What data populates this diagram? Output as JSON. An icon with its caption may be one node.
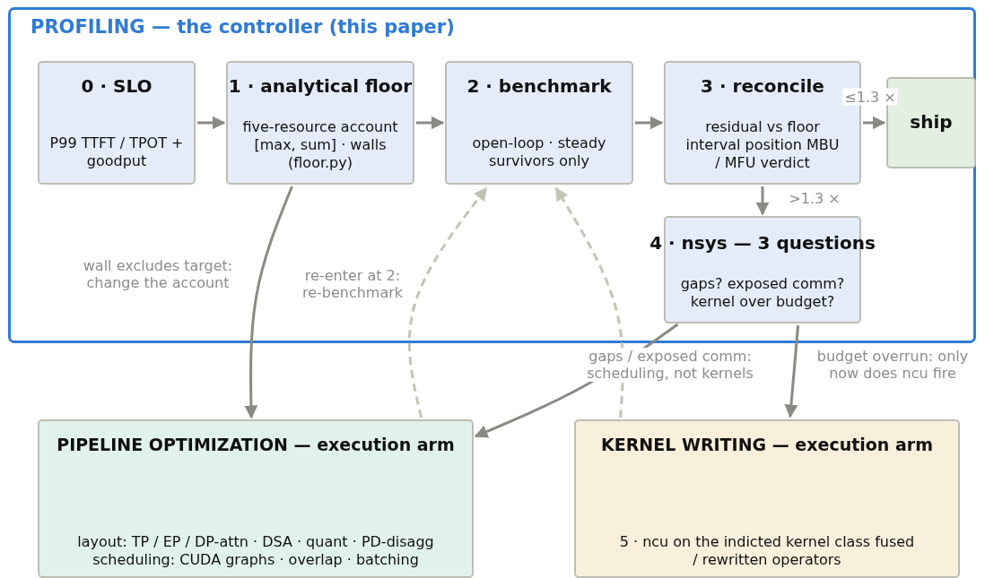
{
  "diagram": {
    "nodes": [
      {
        "text": [
          "PROFILING — the controller (this paper)"
        ]
      },
      {
        "text": [
          "0 · SLO",
          "P99 TTFT / TPOT + goodput"
        ],
        "in": 0
      },
      {
        "text": [
          "1 · analytical floor",
          "five-resource account [max, sum] · walls (floor.py)"
        ],
        "in": 0
      },
      {
        "text": [
          "2 · benchmark",
          "open-loop · steady survivors only"
        ],
        "in": 0
      },
      {
        "text": [
          "3 · reconcile",
          "residual vs floor interval position MBU / MFU verdict"
        ],
        "in": 0
      },
      {
        "text": [
          "ship"
        ],
        "in": 0
      },
      {
        "text": [
          "4 · nsys — 3 questions",
          "gaps? exposed comm? kernel over budget?"
        ],
        "in": 0
      },
      {
        "text": [
          "PIPELINE OPTIMIZATION — execution arm",
          "layout: TP / EP / DP-attn · DSA · quant · PD-disagg scheduling: CUDA graphs · overlap · batching"
        ]
      },
      {
        "text": [
          "KERNEL WRITING — execution arm",
          "5 · ncu on the indicted kernel class fused / rewritten operators"
        ]
      }
    ],
    "edges": [
      {
        "from": 1,
        "to": 2,
        "arrow": "to"
      },
      {
        "from": 2,
        "to": 3,
        "arrow": "to"
      },
      {
        "from": 3,
        "to": 4,
        "arrow": "to"
      },
      {
        "from": 4,
        "to": 5,
        "arrow": "to",
        "label": "≤1.3 ×"
      },
      {
        "from": 4,
        "to": 6,
        "arrow": "to",
        "label": ">1.3 ×"
      },
      {
        "from": 2,
        "to": 7,
        "arrow": "to",
        "label": "wall excludes target: change the account"
      },
      {
        "from": 7,
        "to": 3,
        "arrow": "to",
        "label": "re-enter at 2: re-benchmark",
        "style": "dashed",
        "color": "#c4c4b4"
      },
      {
        "from": 8,
        "to": 3,
        "arrow": "to",
        "style": "dashed",
        "color": "#c4c4b4"
      },
      {
        "from": 6,
        "to": 7,
        "arrow": "to",
        "label": "gaps / exposed comm: scheduling, not kernels"
      },
      {
        "from": 6,
        "to": 8,
        "arrow": "to",
        "label": "budget overrun: only now does ncu fire"
      }
    ]
  }
}
